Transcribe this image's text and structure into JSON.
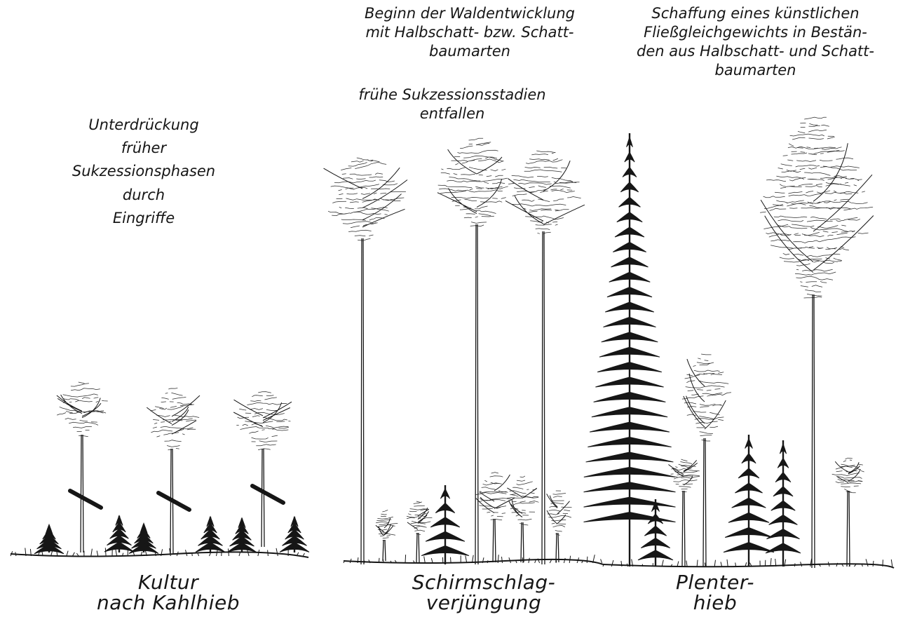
{
  "annotations": {
    "left": [
      "Unterdrückung",
      "früher",
      "Sukzessionsphasen",
      "durch",
      "Eingriffe"
    ],
    "middle_top": [
      "Beginn der Waldentwicklung",
      "mit Halbschatt- bzw. Schatt-",
      "baumarten"
    ],
    "middle_second": [
      "frühe Sukzessionsstadien",
      "entfallen"
    ],
    "right_top": [
      "Schaffung eines künstlichen",
      "Fließgleichgewichts in Bestän-",
      "den aus Halbschatt- und Schatt-",
      "baumarten"
    ]
  },
  "captions": {
    "left": [
      "Kultur",
      "nach Kahlhieb"
    ],
    "middle": [
      "Schirmschlag-",
      "verjüngung"
    ],
    "right": [
      "Plenter-",
      "hieb"
    ]
  },
  "colors": {
    "ink": "#161616",
    "background": "#ffffff"
  }
}
